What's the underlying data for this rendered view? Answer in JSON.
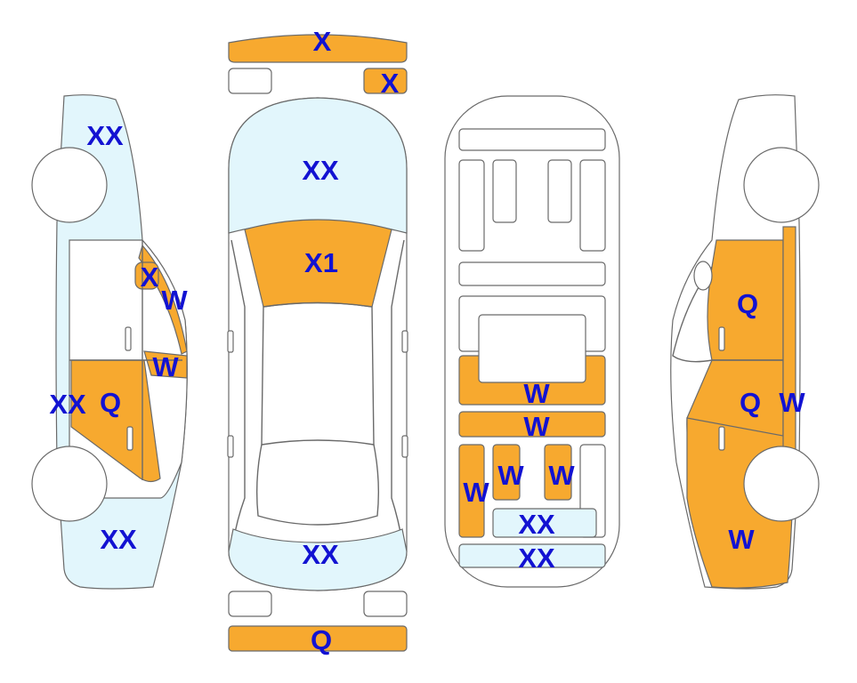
{
  "colors": {
    "damage_orange": "#f7a92f",
    "minor_blue": "#e2f6fc",
    "label_blue": "#1212d2",
    "outline": "#6a6a6a"
  },
  "labels": {
    "front_bumper_x": "X",
    "front_light_x": "X",
    "hood_xx": "XX",
    "windshield_x1": "X1",
    "trunk_xx": "XX",
    "rear_bumper_q": "Q",
    "left_front_xx": "XX",
    "left_pillar_x": "X",
    "left_window_w1": "W",
    "left_window_w2": "W",
    "left_side_xx": "XX",
    "left_door_q": "Q",
    "left_rear_xx": "XX",
    "floor_w1": "W",
    "floor_w2": "W",
    "floor_w3": "W",
    "floor_w4": "W",
    "floor_w5": "W",
    "floor_xx1": "XX",
    "floor_xx2": "XX",
    "right_door_q1": "Q",
    "right_door_q2": "Q",
    "right_pillar_w": "W",
    "right_rear_w": "W"
  }
}
